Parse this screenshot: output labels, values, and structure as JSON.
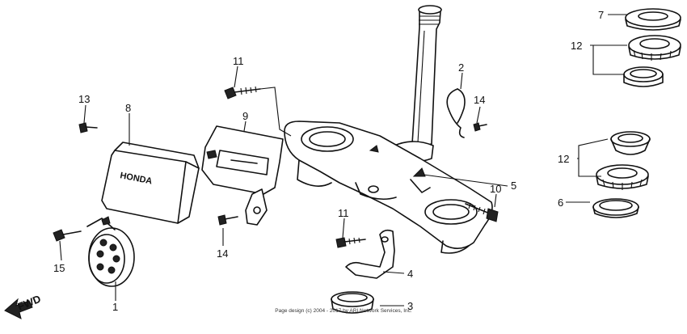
{
  "callouts": [
    {
      "id": "c1",
      "text": "1"
    },
    {
      "id": "c2",
      "text": "2"
    },
    {
      "id": "c3",
      "text": "3"
    },
    {
      "id": "c4",
      "text": "4"
    },
    {
      "id": "c5",
      "text": "5"
    },
    {
      "id": "c6",
      "text": "6"
    },
    {
      "id": "c7",
      "text": "7"
    },
    {
      "id": "c8",
      "text": "8"
    },
    {
      "id": "c9",
      "text": "9"
    },
    {
      "id": "c10",
      "text": "10"
    },
    {
      "id": "c11a",
      "text": "11"
    },
    {
      "id": "c11b",
      "text": "11"
    },
    {
      "id": "c12a",
      "text": "12"
    },
    {
      "id": "c12b",
      "text": "12"
    },
    {
      "id": "c13",
      "text": "13"
    },
    {
      "id": "c14a",
      "text": "14"
    },
    {
      "id": "c14b",
      "text": "14"
    },
    {
      "id": "c15",
      "text": "15"
    }
  ],
  "direction_label": "FWD",
  "cover_lettering": "HONDA",
  "copyright": "Page design (c) 2004 - 2017 by ARI Network Services, Inc."
}
